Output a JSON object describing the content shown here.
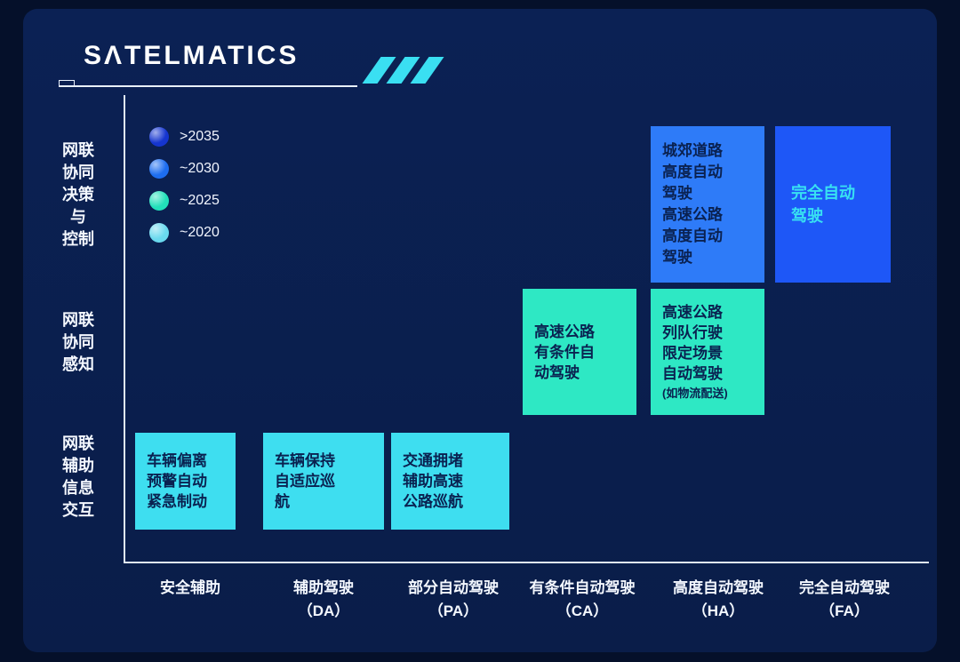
{
  "logo": {
    "text": "SΛTELMATICS"
  },
  "legend": {
    "items": [
      {
        "label": ">2035",
        "color": "#1535cf"
      },
      {
        "label": "~2030",
        "color": "#1d6df0"
      },
      {
        "label": "~2025",
        "color": "#22e0ba"
      },
      {
        "label": "~2020",
        "color": "#6ad9ee"
      }
    ]
  },
  "y_axis": {
    "labels": [
      {
        "lines": [
          "网联",
          "协同",
          "决策",
          "与",
          "控制"
        ]
      },
      {
        "lines": [
          "网联",
          "协同",
          "感知"
        ]
      },
      {
        "lines": [
          "网联",
          "辅助",
          "信息",
          "交互"
        ]
      }
    ]
  },
  "x_axis": {
    "labels": [
      {
        "line1": "安全辅助",
        "line2": ""
      },
      {
        "line1": "辅助驾驶",
        "line2": "（DA）"
      },
      {
        "line1": "部分自动驾驶",
        "line2": "（PA）"
      },
      {
        "line1": "有条件自动驾驶",
        "line2": "（CA）"
      },
      {
        "line1": "高度自动驾驶",
        "line2": "（HA）"
      },
      {
        "line1": "完全自动驾驶",
        "line2": "（FA）"
      }
    ]
  },
  "cells": [
    {
      "bg": "#3edef0",
      "lines": [
        "车辆偏离",
        "预警自动",
        "紧急制动"
      ]
    },
    {
      "bg": "#3edef0",
      "lines": [
        "车辆保持",
        "自适应巡",
        "航"
      ]
    },
    {
      "bg": "#3edef0",
      "lines": [
        "交通拥堵",
        "辅助高速",
        "公路巡航"
      ]
    },
    {
      "bg": "#2ee8c4",
      "lines": [
        "高速公路",
        "有条件自",
        "动驾驶"
      ]
    },
    {
      "bg": "#2ee8c4",
      "lines": [
        "高速公路",
        "列队行驶",
        "限定场景",
        "自动驾驶"
      ],
      "note": "(如物流配送)"
    },
    {
      "bg": "#2e7bf8",
      "lines": [
        "城郊道路",
        "高度自动",
        "驾驶",
        "高速公路",
        "高度自动",
        "驾驶"
      ]
    },
    {
      "bg": "#1e57f7",
      "text_color": "#38e1f2",
      "lines": [
        "完全自动",
        "驾驶"
      ]
    }
  ]
}
